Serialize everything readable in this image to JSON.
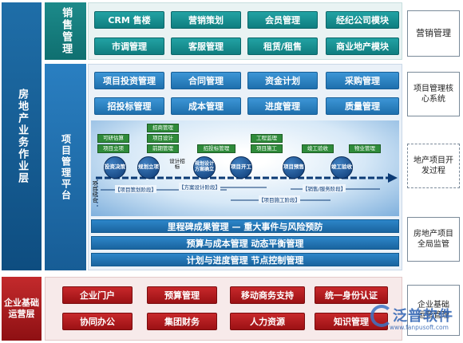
{
  "left_column": {
    "label": "房地产业务作业层"
  },
  "marketing": {
    "section_label": "销售管理",
    "buttons_row1": [
      "CRM 售楼",
      "营销策划",
      "会员管理",
      "经纪公司模块"
    ],
    "buttons_row2": [
      "市调管理",
      "客服管理",
      "租赁/租售",
      "商业地产模块"
    ],
    "right_label": "营销管理"
  },
  "project": {
    "section_label": "项目管理平台",
    "buttons_row1": [
      "项目投资管理",
      "合同管理",
      "资金计划",
      "采购管理"
    ],
    "buttons_row2": [
      "招投标管理",
      "成本管理",
      "进度管理",
      "质量管理"
    ],
    "right_label_core": "项目管理核心系统",
    "right_label_process": "地产项目开发过程",
    "right_label_monitor": "房地产项目全局监管"
  },
  "process": {
    "green_boxes": {
      "feasibility": "可研估算",
      "approval": "项目立项",
      "bidding": "招商管理",
      "design": "项目设计",
      "early": "前期管理",
      "tender": "招投标管理",
      "supervision": "工程监理",
      "construction": "项目施工",
      "acceptance": "竣工验收",
      "property": "物业管理"
    },
    "circles": {
      "invest": "投资决策",
      "plan": "规划立项",
      "plan_design": "规划设计方案确立",
      "start": "项目开工",
      "presale": "项目预售",
      "complete": "竣工验收"
    },
    "plain_labels": {
      "design_bid": "设计招标",
      "start_point": "项目结合"
    },
    "phases": {
      "planning": "【项目策划阶段】",
      "design": "【方案设计阶段】",
      "sales": "【销售/服务阶段】",
      "construction": "【项目施工阶段】"
    }
  },
  "bars": [
    "里程碑成果管理 — 重大事件与风险预防",
    "预算与成本管理    动态平衡管理",
    "计划与进度管理    节点控制管理"
  ],
  "enterprise": {
    "section_label": "企业基础运营层",
    "buttons_row1": [
      "企业门户",
      "预算管理",
      "移动商务支持",
      "统一身份认证"
    ],
    "buttons_row2": [
      "协同办公",
      "集团财务",
      "人力资源",
      "知识管理"
    ],
    "right_label": "企业基础运营管理"
  },
  "watermark": {
    "brand": "泛普软件",
    "url": "www.fanpusoft.com"
  },
  "colors": {
    "teal": "#138487",
    "blue": "#1e6fad",
    "red": "#9b1114",
    "process_bg": "#eaf3fb"
  }
}
